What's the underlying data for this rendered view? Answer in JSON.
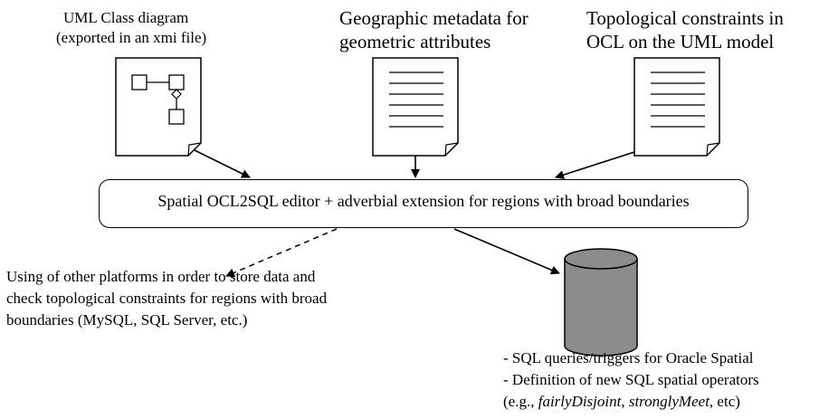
{
  "inputs": {
    "uml": {
      "line1": "UML Class diagram",
      "line2": "(exported in an xmi file)"
    },
    "metadata": {
      "line1": "Geographic metadata for",
      "line2": "geometric attributes"
    },
    "constraints": {
      "line1": "Topological constraints in",
      "line2": "OCL on the UML model"
    }
  },
  "editor": {
    "label": "Spatial OCL2SQL editor + adverbial extension for regions with broad boundaries"
  },
  "other_platforms": {
    "line1": "Using of other platforms in order to store data and",
    "line2": "check topological constraints for regions with broad",
    "line3": "boundaries (MySQL, SQL Server, etc.)"
  },
  "outputs": {
    "line1": "- SQL queries/triggers for Oracle Spatial",
    "line2": "- Definition of new SQL spatial operators",
    "line3_prefix": "(e.g., ",
    "op1": "fairlyDisjoint",
    "sep": ", ",
    "op2": "stronglyMeet",
    "line3_suffix": ", etc)"
  },
  "colors": {
    "database_fill": "#8c8c8c",
    "stroke": "#000000"
  }
}
